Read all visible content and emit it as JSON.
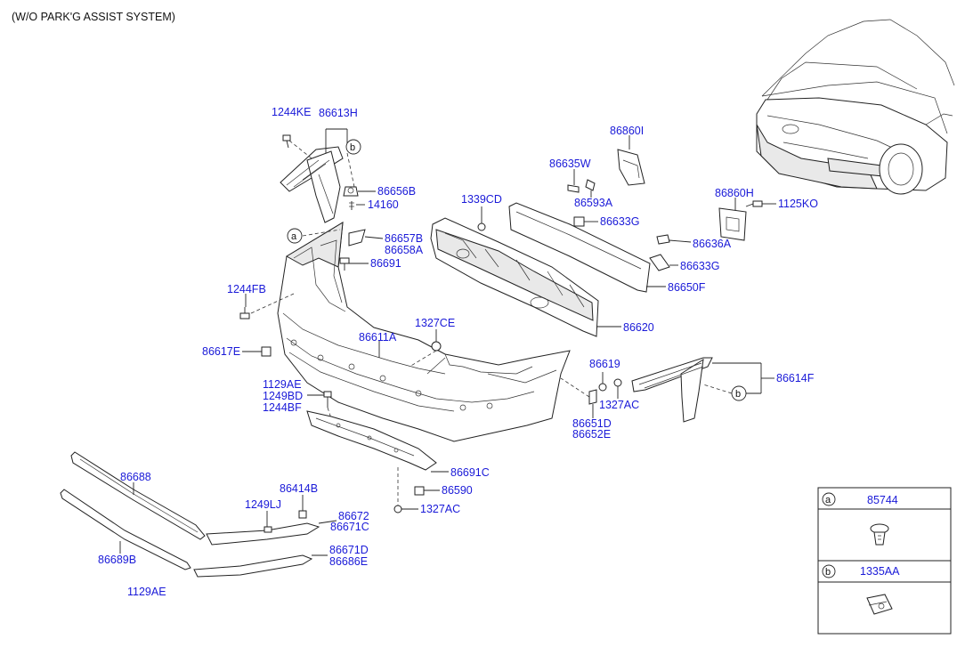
{
  "header": {
    "title": "(W/O PARK'G ASSIST SYSTEM)"
  },
  "labels": {
    "p1244KE": "1244KE",
    "p86613H": "86613H",
    "p86656B": "86656B",
    "p14160": "14160",
    "p86657B": "86657B",
    "p86658A": "86658A",
    "p86691": "86691",
    "p1244FB": "1244FB",
    "p86617E": "86617E",
    "p86611A": "86611A",
    "p1327CE": "1327CE",
    "p1129AE_a": "1129AE",
    "p1249BD": "1249BD",
    "p1244BF": "1244BF",
    "p86691C": "86691C",
    "p86590": "86590",
    "p1327AC_a": "1327AC",
    "p86688": "86688",
    "p86689B": "86689B",
    "p1129AE_b": "1129AE",
    "p86414B": "86414B",
    "p1249LJ": "1249LJ",
    "p86672": "86672",
    "p86671C": "86671C",
    "p86671D": "86671D",
    "p86686E": "86686E",
    "p1339CD": "1339CD",
    "p86635W": "86635W",
    "p86593A": "86593A",
    "p86860I": "86860I",
    "p86633G_a": "86633G",
    "p86650F": "86650F",
    "p86620": "86620",
    "p86860H": "86860H",
    "p1125KO": "1125KO",
    "p86636A": "86636A",
    "p86633G_b": "86633G",
    "p86619": "86619",
    "p1327AC_b": "1327AC",
    "p86651D": "86651D",
    "p86652E": "86652E",
    "p86614F": "86614F"
  },
  "callouts": {
    "a": "a",
    "b": "b"
  },
  "legend": {
    "rows": [
      {
        "key": "a",
        "part": "85744"
      },
      {
        "key": "b",
        "part": "1335AA"
      }
    ]
  }
}
